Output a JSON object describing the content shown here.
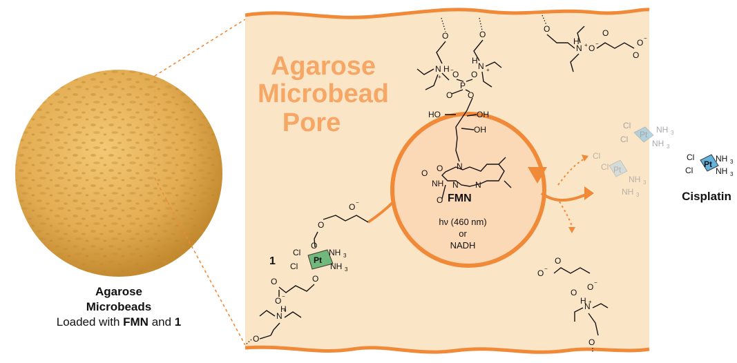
{
  "pore_label_line1": "Agarose",
  "pore_label_line2": "Microbead",
  "pore_label_line3": "Pore",
  "left_caption_line1": "Agarose",
  "left_caption_line2": "Microbeads",
  "left_caption_line3_prefix": "Loaded with ",
  "left_caption_fmn": "FMN",
  "left_caption_and": " and ",
  "left_caption_one": "1",
  "fmn_label": "FMN",
  "cycle_text_line1": "hν (460 nm)",
  "cycle_text_line2": "or",
  "cycle_text_line3": "NADH",
  "compound_one_label": "1",
  "cisplatin_label": "Cisplatin",
  "atoms": {
    "cl": "Cl",
    "pt": "Pt",
    "nh3": "NH",
    "three": "3",
    "o": "O",
    "o_minus": "O",
    "minus": "−",
    "plus": "+",
    "n": "N",
    "h": "H",
    "nh": "NH",
    "p": "P",
    "oh": "OH",
    "ho": "HO"
  },
  "colors": {
    "orange": "#f08a38",
    "pore_fill": "#fbe5c7",
    "pore_text": "#f6a766",
    "bead_light": "#f2c66e",
    "bead_dark": "#c99435",
    "pt_green": "#4fae6b",
    "pt_blue": "#4aa6d6"
  }
}
